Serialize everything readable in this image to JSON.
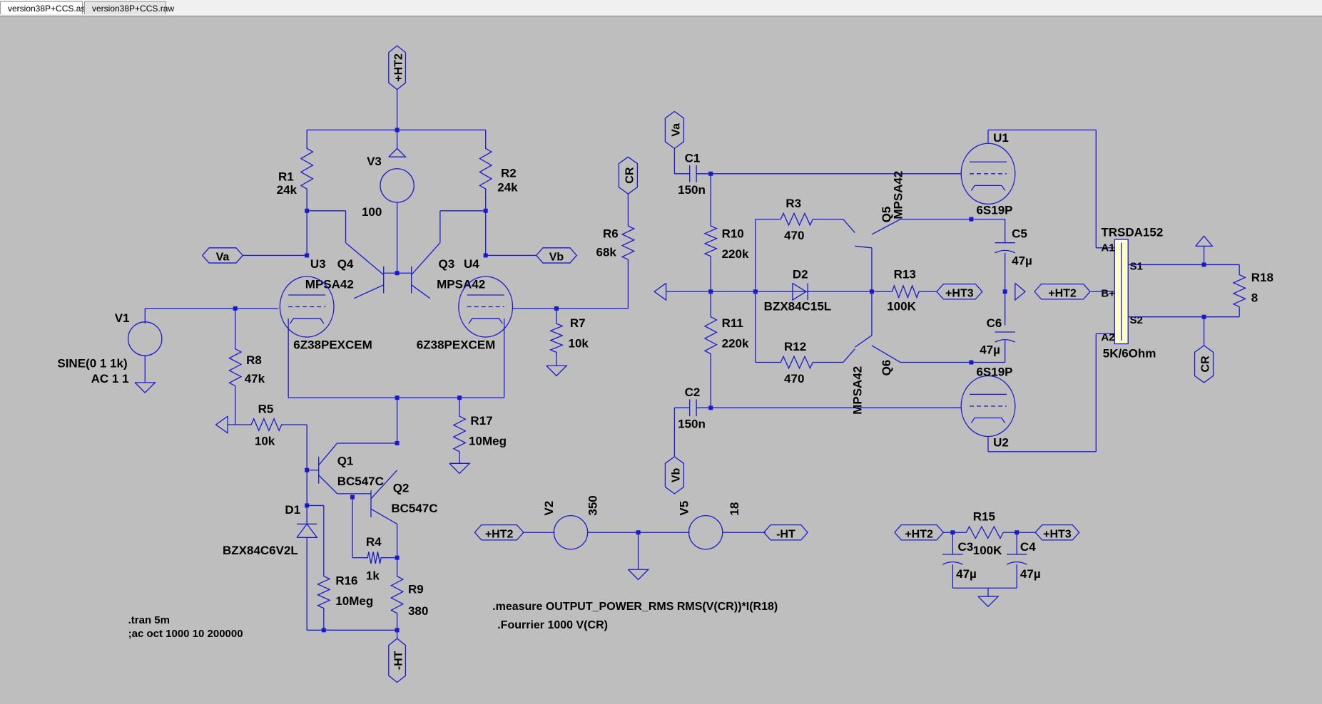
{
  "tabs": [
    {
      "label": "version38P+CCS.asc",
      "active": true
    },
    {
      "label": "version38P+CCS.raw",
      "active": false
    }
  ],
  "colors": {
    "wire": "#1a1acc",
    "background": "#bebebe",
    "text": "#000000",
    "transformer": "#ffffc4"
  },
  "schematic": {
    "components": [
      {
        "ref": "R1",
        "value": "24k"
      },
      {
        "ref": "R2",
        "value": "24k"
      },
      {
        "ref": "V3",
        "value": "100"
      },
      {
        "ref": "R6",
        "value": "68k"
      },
      {
        "ref": "U3",
        "value": "6Z38PEXCEM"
      },
      {
        "ref": "U4",
        "value": "6Z38PEXCEM"
      },
      {
        "ref": "Q4",
        "value": "MPSA42"
      },
      {
        "ref": "Q3",
        "value": "MPSA42"
      },
      {
        "ref": "V1",
        "value": "SINE(0 1 1k)",
        "value2": "AC 1 1"
      },
      {
        "ref": "R7",
        "value": "10k"
      },
      {
        "ref": "R8",
        "value": "47k"
      },
      {
        "ref": "R5",
        "value": "10k"
      },
      {
        "ref": "R17",
        "value": "10Meg"
      },
      {
        "ref": "Q1",
        "value": "BC547C"
      },
      {
        "ref": "Q2",
        "value": "BC547C"
      },
      {
        "ref": "D1",
        "value": "BZX84C6V2L"
      },
      {
        "ref": "R4",
        "value": "1k"
      },
      {
        "ref": "R16",
        "value": "10Meg"
      },
      {
        "ref": "R9",
        "value": "380"
      },
      {
        "ref": "C1",
        "value": "150n"
      },
      {
        "ref": "C2",
        "value": "150n"
      },
      {
        "ref": "R10",
        "value": "220k"
      },
      {
        "ref": "R11",
        "value": "220k"
      },
      {
        "ref": "R3",
        "value": "470"
      },
      {
        "ref": "R12",
        "value": "470"
      },
      {
        "ref": "D2",
        "value": "BZX84C15L"
      },
      {
        "ref": "R13",
        "value": "100K"
      },
      {
        "ref": "Q5",
        "value": "MPSA42"
      },
      {
        "ref": "Q6",
        "value": "MPSA42"
      },
      {
        "ref": "U1",
        "value": "6S19P"
      },
      {
        "ref": "U2",
        "value": "6S19P"
      },
      {
        "ref": "C5",
        "value": "47µ"
      },
      {
        "ref": "C6",
        "value": "47µ"
      },
      {
        "ref": "TRSDA152",
        "value": "5K/6Ohm"
      },
      {
        "ref": "R18",
        "value": "8"
      },
      {
        "ref": "V2",
        "value": "350"
      },
      {
        "ref": "V5",
        "value": "18"
      },
      {
        "ref": "R15",
        "value": "100K"
      },
      {
        "ref": "C3",
        "value": "47µ"
      },
      {
        "ref": "C4",
        "value": "47µ"
      }
    ],
    "pins": [
      "A1",
      "A2",
      "S1",
      "S2",
      "B+"
    ],
    "net_labels": {
      "ht2": "+HT2",
      "ht3": "+HT3",
      "ht_neg": "-HT",
      "va": "Va",
      "vb": "Vb",
      "cr": "CR"
    },
    "directives": [
      ".tran 5m",
      ";ac oct 1000 10 200000",
      ".measure OUTPUT_POWER_RMS RMS(V(CR))*I(R18)",
      ".Fourrier 1000 V(CR)"
    ]
  }
}
